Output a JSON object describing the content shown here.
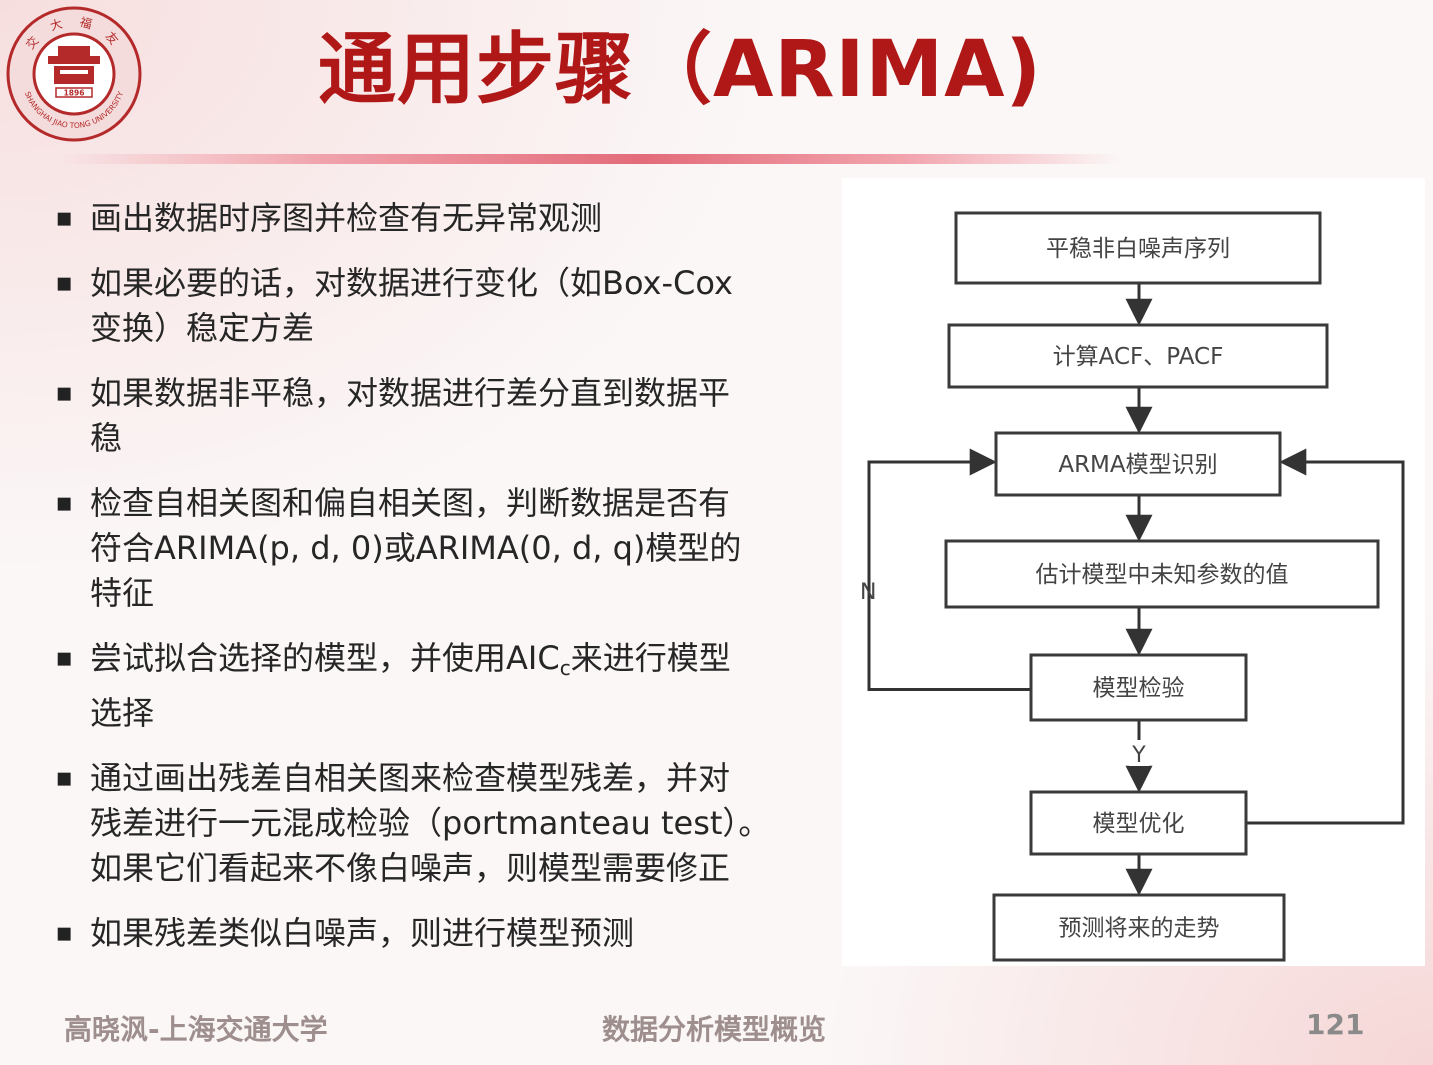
{
  "slide": {
    "title": "通用步骤（ARIMA)",
    "bullets": [
      {
        "text": "画出数据时序图并检查有无异常观测"
      },
      {
        "text": "如果必要的话，对数据进行变化（如Box-Cox\n变换）稳定方差"
      },
      {
        "text": "如果数据非平稳，对数据进行差分直到数据平\n稳"
      },
      {
        "text": "检查自相关图和偏自相关图，判断数据是否有\n符合ARIMA(p, d, 0)或ARIMA(0, d, q)模型的\n特征"
      },
      {
        "text_before": "尝试拟合选择的模型，并使用AIC",
        "subscript": "c",
        "text_after": "来进行模型\n选择"
      },
      {
        "text": "通过画出残差自相关图来检查模型残差，并对\n残差进行一元混成检验（portmanteau  test）。\n如果它们看起来不像白噪声，则模型需要修正"
      },
      {
        "text": "如果残差类似白噪声，则进行模型预测"
      }
    ]
  },
  "flowchart": {
    "nodes": [
      {
        "id": "n1",
        "label": "平稳非白噪声序列"
      },
      {
        "id": "n2",
        "label": "计算ACF、PACF"
      },
      {
        "id": "n3",
        "label": "ARMA模型识别"
      },
      {
        "id": "n4",
        "label": "估计模型中未知参数的值"
      },
      {
        "id": "n5",
        "label": "模型检验"
      },
      {
        "id": "n6",
        "label": "模型优化"
      },
      {
        "id": "n7",
        "label": "预测将来的走势"
      }
    ],
    "edges": [
      {
        "from": "n1",
        "to": "n2"
      },
      {
        "from": "n2",
        "to": "n3"
      },
      {
        "from": "n3",
        "to": "n4"
      },
      {
        "from": "n4",
        "to": "n5"
      },
      {
        "from": "n5",
        "to": "n6",
        "label": "Y"
      },
      {
        "from": "n6",
        "to": "n7"
      },
      {
        "from": "n5",
        "to": "n3",
        "label": "N"
      },
      {
        "from": "n6",
        "to": "n3"
      }
    ]
  },
  "footer": {
    "left": "高晓沨-上海交通大学",
    "center": "数据分析模型概览",
    "page_number": "121"
  },
  "colors": {
    "title": "#b01818",
    "logo": "#b42a2a",
    "footer_text": "#9e8e8e"
  },
  "logo": {
    "top_text": "交 大 福 友",
    "bottom_text": "SHANGHAI JIAO TONG UNIVERSITY",
    "year": "1896"
  }
}
